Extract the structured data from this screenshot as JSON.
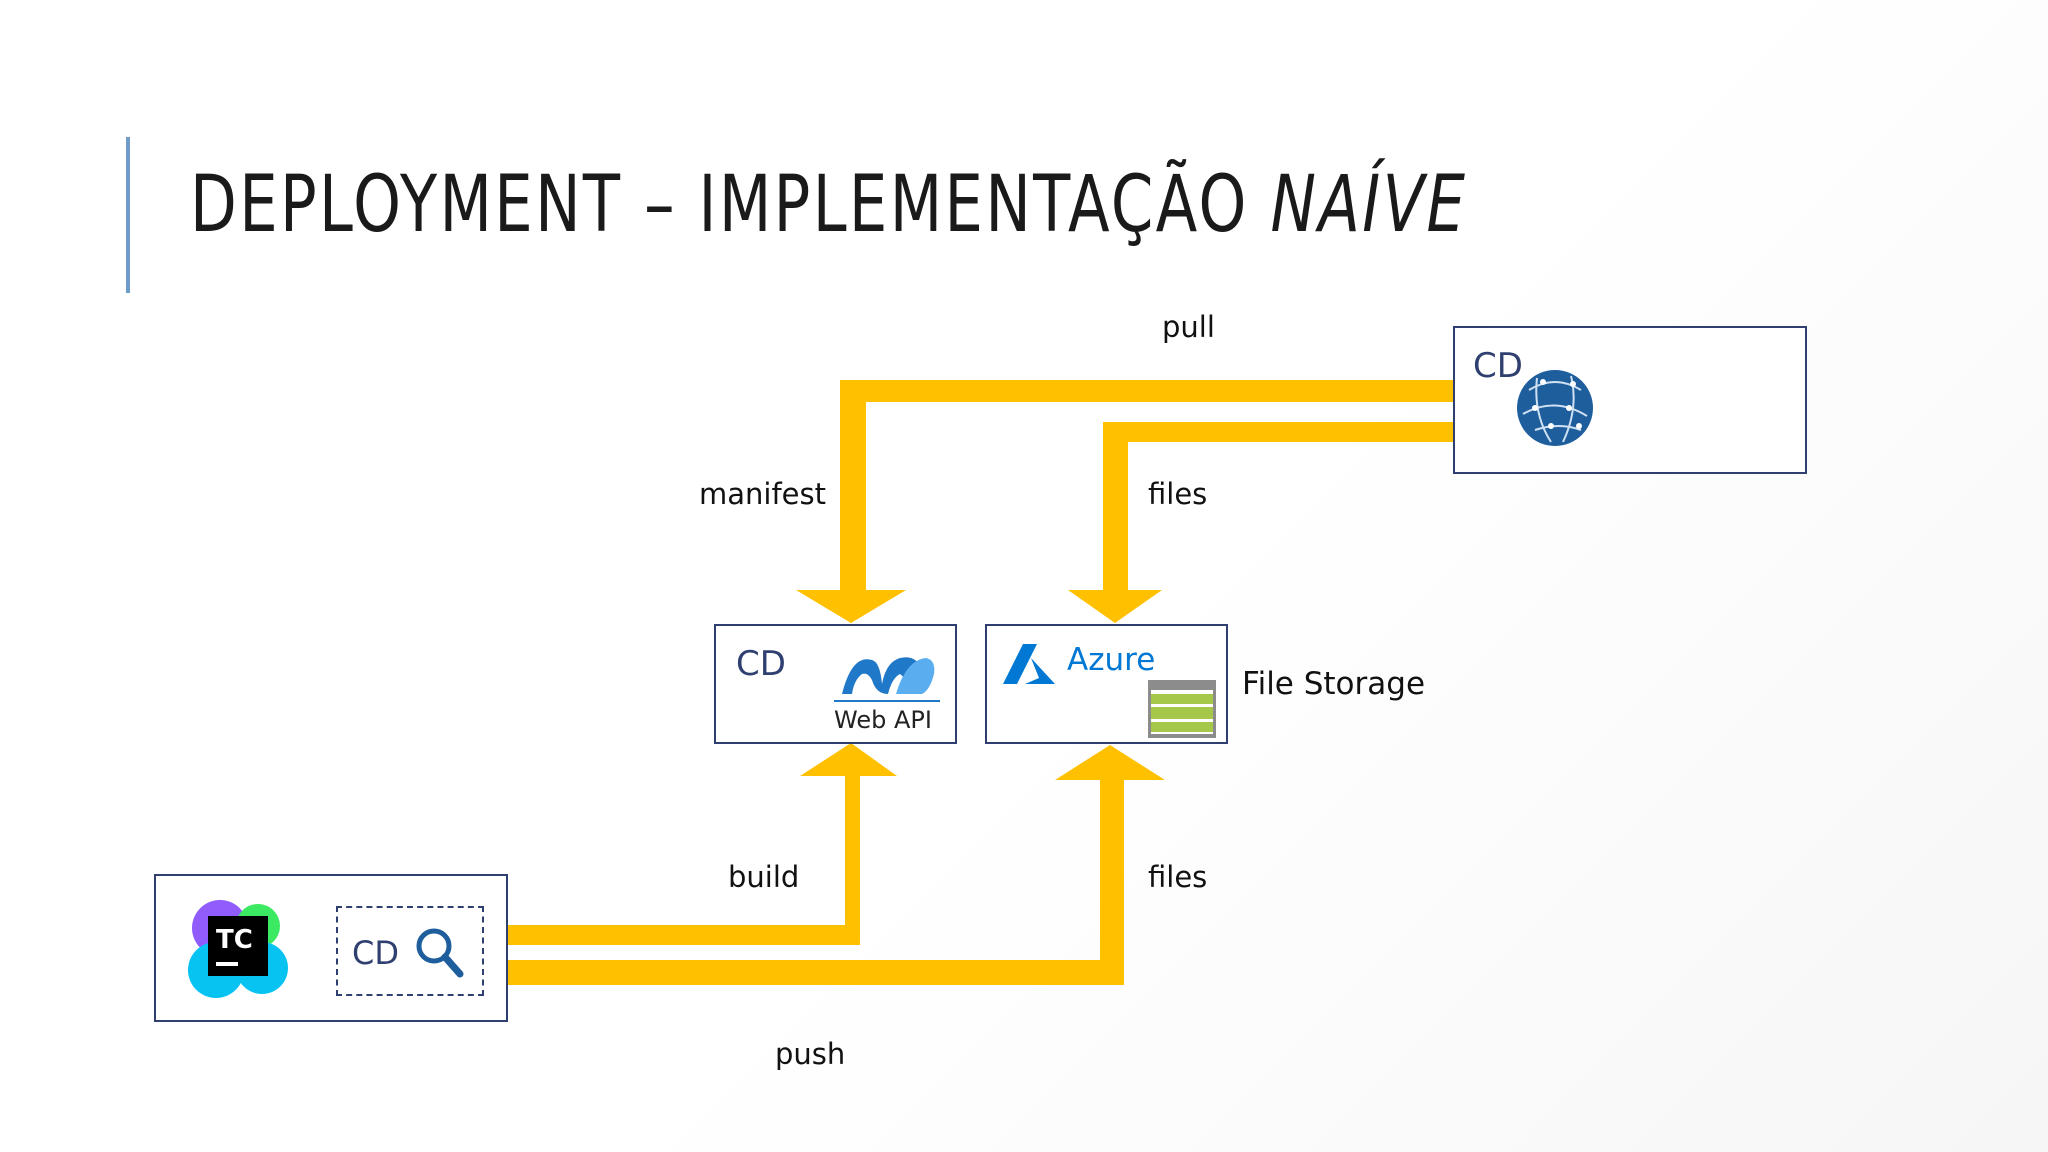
{
  "slide": {
    "title_main": "DEPLOYMENT – IMPLEMENTAÇÃO ",
    "title_italic": "NAÍVE"
  },
  "nodes": {
    "client": {
      "cd": "CD",
      "icon": "globe-icon"
    },
    "api": {
      "cd": "CD",
      "logo_text": "Web API",
      "icon": "dotnet-logo-icon"
    },
    "storage": {
      "logo_text": "Azure",
      "side_label": "File Storage",
      "icon": "azure-logo-icon"
    },
    "ci": {
      "cd": "CD",
      "icons": [
        "teamcity-logo-icon",
        "search-icon"
      ],
      "logo_text": "TC"
    }
  },
  "connections": {
    "pull": "pull",
    "manifest": "manifest",
    "files_down": "files",
    "build": "build",
    "files_up": "files",
    "push": "push"
  },
  "colors": {
    "arrow": "#ffc000",
    "box_border": "#2f3f6f",
    "accent": "#6f9cc9",
    "globe": "#1e5e9c",
    "azure": "#0078d4",
    "dotnet": "#1f78c8",
    "storage_green": "#a6c84a"
  }
}
